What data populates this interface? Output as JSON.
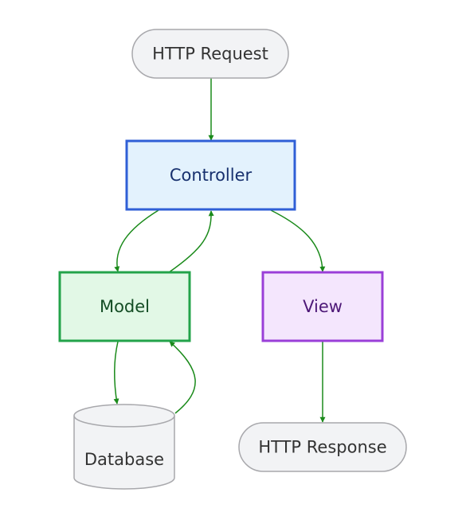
{
  "diagram": {
    "nodes": {
      "request": {
        "label": "HTTP Request"
      },
      "controller": {
        "label": "Controller"
      },
      "model": {
        "label": "Model"
      },
      "view": {
        "label": "View"
      },
      "database": {
        "label": "Database"
      },
      "response": {
        "label": "HTTP Response"
      }
    },
    "edges": [
      {
        "from": "HTTP Request",
        "to": "Controller"
      },
      {
        "from": "Controller",
        "to": "Model"
      },
      {
        "from": "Model",
        "to": "Controller"
      },
      {
        "from": "Controller",
        "to": "View"
      },
      {
        "from": "Model",
        "to": "Database"
      },
      {
        "from": "Database",
        "to": "Model"
      },
      {
        "from": "View",
        "to": "HTTP Response"
      }
    ],
    "colors": {
      "edge": "#1a8a1a",
      "terminal_fill": "#f2f3f5",
      "terminal_stroke": "#a8a8ac",
      "controller_fill": "#e3f2fd",
      "controller_stroke": "#2f5fd6",
      "controller_text": "#17306e",
      "model_fill": "#e2f8e6",
      "model_stroke": "#23a34a",
      "model_text": "#144d24",
      "view_fill": "#f4e6fd",
      "view_stroke": "#9a3fd8",
      "view_text": "#4d1877",
      "text_default": "#333333"
    }
  }
}
